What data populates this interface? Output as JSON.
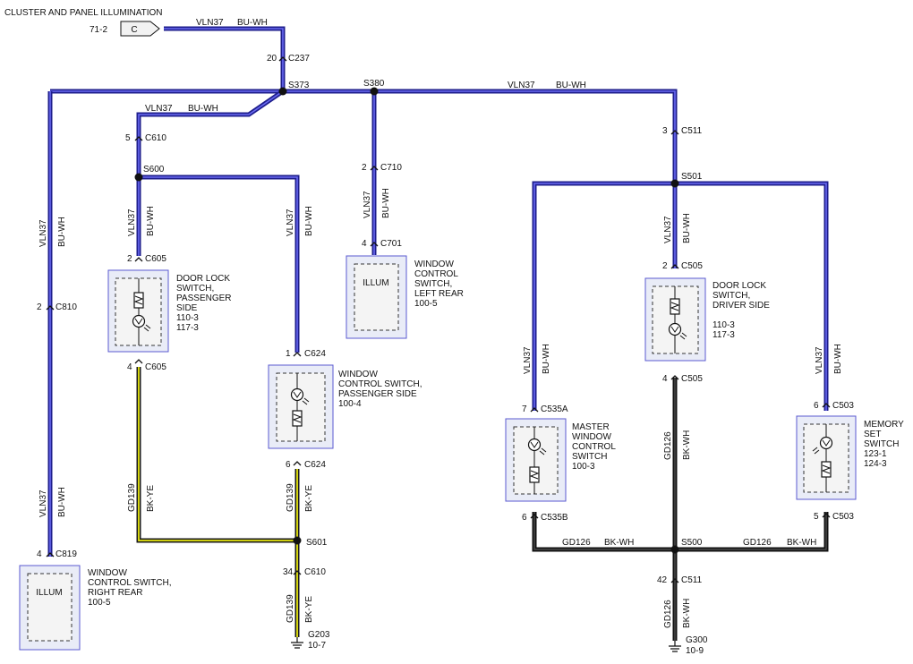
{
  "title": "CLUSTER AND PANEL ILLUMINATION",
  "source": {
    "ref": "71-2",
    "letter": "C"
  },
  "wires": {
    "bu_circuit": "VLN37",
    "bu_color": "BU-WH",
    "ye_circuit": "GD139",
    "ye_color": "BK-YE",
    "bk_circuit": "GD126",
    "bk_color": "BK-WH"
  },
  "connectors": {
    "c237": {
      "pin": "20",
      "name": "C237"
    },
    "c610_top": {
      "pin": "5",
      "name": "C610"
    },
    "c610_bottom": {
      "pin": "34",
      "name": "C610"
    },
    "c710": {
      "pin": "2",
      "name": "C710"
    },
    "c701": {
      "pin": "4",
      "name": "C701"
    },
    "c511_top": {
      "pin": "3",
      "name": "C511"
    },
    "c511_bottom": {
      "pin": "42",
      "name": "C511"
    },
    "c810": {
      "pin": "2",
      "name": "C810"
    },
    "c819": {
      "pin": "4",
      "name": "C819"
    },
    "c605_top": {
      "pin": "2",
      "name": "C605"
    },
    "c605_bottom": {
      "pin": "4",
      "name": "C605"
    },
    "c624_top": {
      "pin": "1",
      "name": "C624"
    },
    "c624_bottom": {
      "pin": "6",
      "name": "C624"
    },
    "c505_top": {
      "pin": "2",
      "name": "C505"
    },
    "c505_bottom": {
      "pin": "4",
      "name": "C505"
    },
    "c535a": {
      "pin": "7",
      "name": "C535A"
    },
    "c535b": {
      "pin": "6",
      "name": "C535B"
    },
    "c503_top": {
      "pin": "6",
      "name": "C503"
    },
    "c503_bottom": {
      "pin": "5",
      "name": "C503"
    }
  },
  "splices": {
    "s373": "S373",
    "s380": "S380",
    "s600": "S600",
    "s501": "S501",
    "s601": "S601",
    "s500": "S500"
  },
  "grounds": {
    "g203": {
      "name": "G203",
      "ref": "10-7"
    },
    "g300": {
      "name": "G300",
      "ref": "10-9"
    }
  },
  "components": {
    "door_lock_passenger": {
      "lines": [
        "DOOR LOCK",
        "SWITCH,",
        "PASSENGER",
        "SIDE",
        "110-3",
        "117-3"
      ]
    },
    "window_left_rear": {
      "lines": [
        "WINDOW",
        "CONTROL",
        "SWITCH,",
        "LEFT REAR",
        "100-5"
      ],
      "label": "ILLUM"
    },
    "window_passenger": {
      "lines": [
        "WINDOW",
        "CONTROL SWITCH,",
        "PASSENGER SIDE",
        "100-4"
      ]
    },
    "window_right_rear": {
      "lines": [
        "WINDOW",
        "CONTROL SWITCH,",
        "RIGHT REAR",
        "100-5"
      ],
      "label": "ILLUM"
    },
    "door_lock_driver": {
      "lines": [
        "DOOR LOCK",
        "SWITCH,",
        "DRIVER SIDE",
        "",
        "110-3",
        "117-3"
      ]
    },
    "master_window": {
      "lines": [
        "MASTER",
        "WINDOW",
        "CONTROL",
        "SWITCH",
        "100-3"
      ]
    },
    "memory_set": {
      "lines": [
        "MEMORY",
        "SET",
        "SWITCH",
        "123-1",
        "124-3"
      ]
    }
  }
}
